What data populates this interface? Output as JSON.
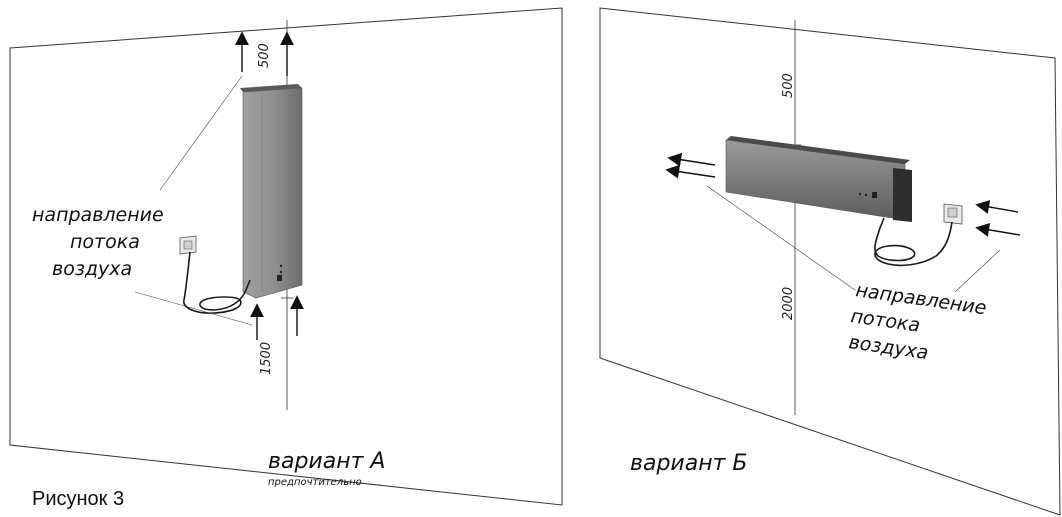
{
  "variant_a": {
    "caption": "вариант А",
    "subcaption": "предпочтительно",
    "dim_top": "500",
    "dim_bottom": "1500",
    "airflow_label_lines": [
      "направление",
      "потока",
      "воздуха"
    ]
  },
  "variant_b": {
    "caption": "вариант Б",
    "dim_top": "500",
    "dim_bottom": "2000",
    "airflow_label_lines": [
      "направление",
      "потока",
      "воздуха"
    ]
  },
  "figure_caption": "Рисунок 3",
  "colors": {
    "line": "#333333",
    "device_body": "#8a8a8a",
    "device_dark": "#3a3a3a",
    "cable": "#1a1a1a"
  }
}
